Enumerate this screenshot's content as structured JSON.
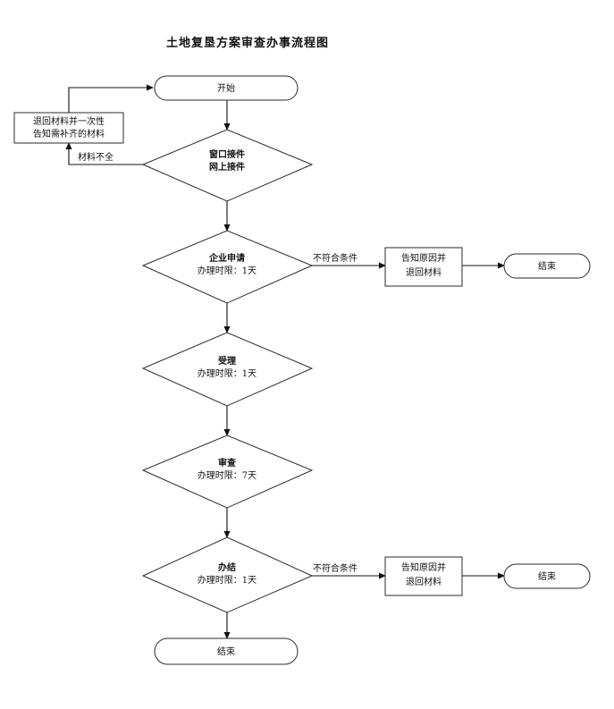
{
  "title": "土地复垦方案审查办事流程图",
  "nodes": {
    "start": "开始",
    "return_box": [
      "退回材料并一次性",
      "告知需补齐的材料"
    ],
    "receive": [
      "窗口接件",
      "网上接件"
    ],
    "apply": {
      "name": "企业申请",
      "time": "办理时限：1天"
    },
    "accept": {
      "name": "受理",
      "time": "办理时限：1天"
    },
    "review": {
      "name": "审查",
      "time": "办理时限：7天"
    },
    "finish": {
      "name": "办结",
      "time": "办理时限：1天"
    },
    "notify_box_1": [
      "告知原因并",
      "退回材料"
    ],
    "notify_box_2": [
      "告知原因并",
      "退回材料"
    ],
    "end_1": "结束",
    "end_2": "结束",
    "end_main": "结束"
  },
  "edge_labels": {
    "incomplete": "材料不全",
    "not_qualified_1": "不符合条件",
    "not_qualified_2": "不符合条件"
  }
}
